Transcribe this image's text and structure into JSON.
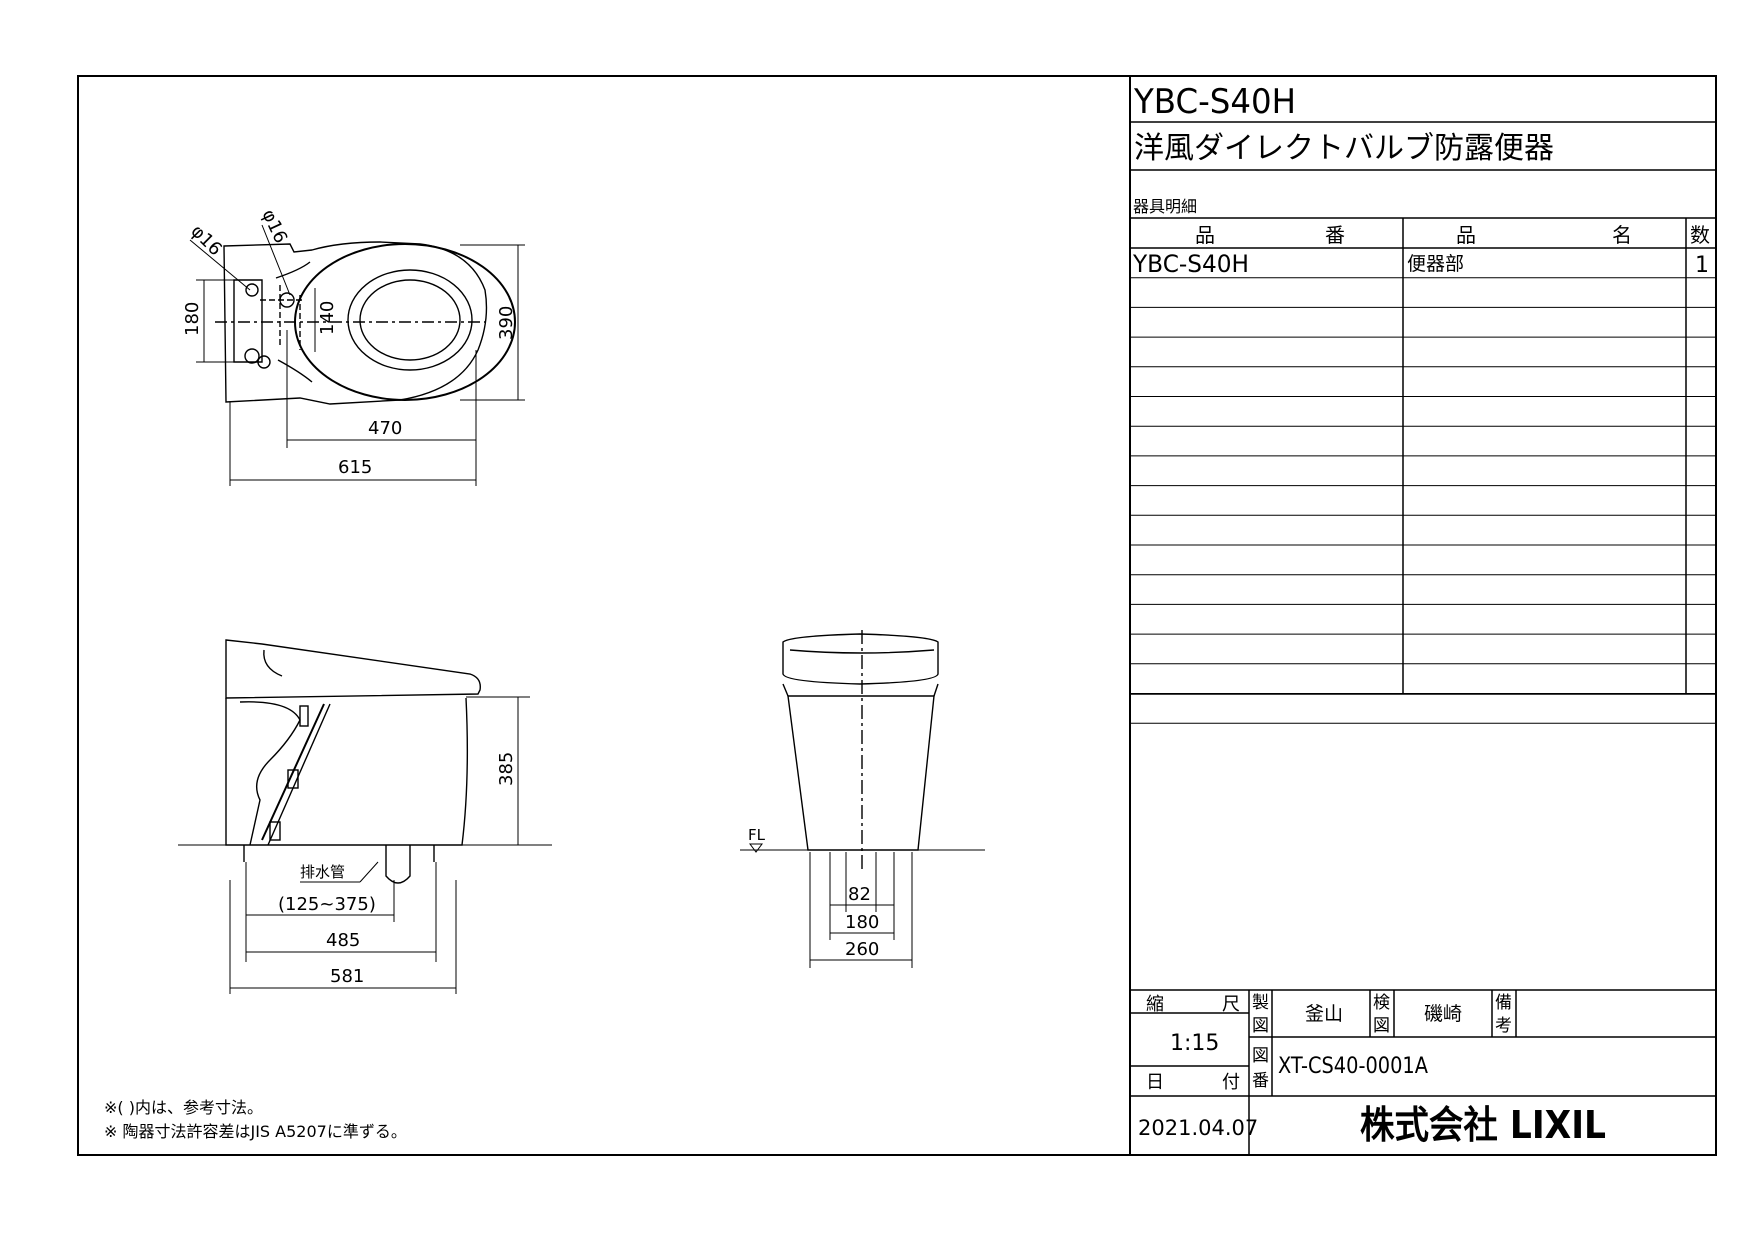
{
  "title_block": {
    "model": "YBC-S40H",
    "description": "洋風ダイレクトバルブ防露便器",
    "parts_caption": "器具明細",
    "header_part_no": [
      "品",
      "番"
    ],
    "header_part_name": [
      "品",
      "名"
    ],
    "header_qty": "数",
    "rows": [
      {
        "part_no": "YBC-S40H",
        "name": "便器部",
        "qty": "1"
      }
    ],
    "scale_label": [
      "縮",
      "尺"
    ],
    "scale": "1:15",
    "date_label": [
      "日",
      "付"
    ],
    "date": "2021.04.07",
    "drawn_label": [
      "製",
      "図"
    ],
    "drawn_by": "釜山",
    "checked_label": [
      "検",
      "図"
    ],
    "checked_by": "磯崎",
    "remarks_label": [
      "備",
      "考"
    ],
    "drawing_no_label": [
      "図",
      "番"
    ],
    "drawing_no": "XT-CS40-0001A",
    "company": "株式会社 LIXIL"
  },
  "notes": [
    "※( )内は、参考寸法。",
    "※ 陶器寸法許容差はJIS A5207に準ずる。"
  ],
  "dimensions": {
    "top_view": {
      "pipe_dia_left": "φ16",
      "pipe_dia_right": "φ16",
      "inlet_spacing": "180",
      "inner_spacing": "140",
      "depth": "390",
      "bowl_length": "470",
      "total_length": "615"
    },
    "side_view": {
      "height": "385",
      "drain_label": "排水管",
      "drain_range": "(125~375)",
      "length_a": "485",
      "length_b": "581"
    },
    "front_view": {
      "floor_label": "FL",
      "spacing_a": "82",
      "spacing_b": "180",
      "width": "260"
    }
  }
}
